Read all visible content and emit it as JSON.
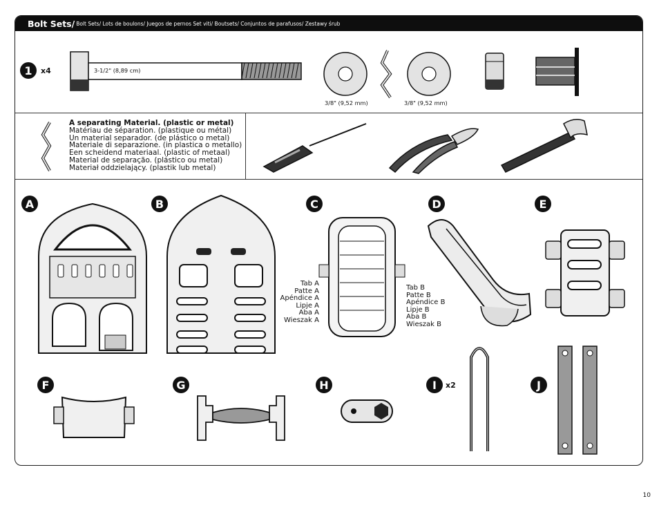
{
  "header": {
    "title": "Bolt Sets/",
    "languages": "Bolt Sets/ Lots de boulons/ Juegos de pernos Set viti/  Boutsets/ Conjuntos de parafusos/ Zestawy śrub"
  },
  "bolt_section": {
    "step_number": "1",
    "quantity": "x4",
    "bolt_length_label": "3-1/2\" (8,89 cm)",
    "washer_label_left": "3/8\" (9,52 mm)",
    "washer_label_right": "3/8\" (9,52 mm)"
  },
  "separating_material": {
    "lines": [
      "A separating Material. (plastic or metal)",
      "Matériau de séparation. (plastique ou métal)",
      "Un material separador. (de plástico o metal)",
      "Materiale di separazione. (in plastica o metallo)",
      "Een scheidend materiaal.  (plastic of metaal)",
      "Material de separação. (plástico ou metal)",
      "Materiał oddzielający. (plastik lub metal)"
    ]
  },
  "tools": [
    "screwdriver-icon",
    "pliers-icon",
    "hammer-icon"
  ],
  "parts": {
    "a": "A",
    "b": "B",
    "c": "C",
    "d": "D",
    "e": "E",
    "f": "F",
    "g": "G",
    "h": "H",
    "i": "I",
    "j": "J",
    "i_quantity": "x2"
  },
  "tab_a_lines": [
    "Tab A",
    "Patte A",
    "Apéndice A",
    "Lipje A",
    "Aba A",
    "Wieszak A"
  ],
  "tab_b_lines": [
    "Tab B",
    "Patte B",
    "Apéndice B",
    "Lipje B",
    "Aba B",
    "Wieszak B"
  ],
  "page_number": "10",
  "colors": {
    "ink": "#111111",
    "panel_gray": "#d9d9d9",
    "dark_gray": "#555555"
  }
}
